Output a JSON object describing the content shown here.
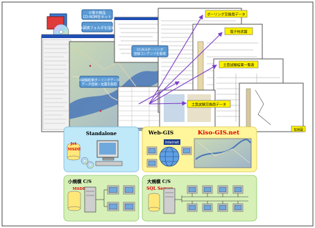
{
  "callouts": {
    "cd_set": "CD-ROMをセット",
    "cd_set_pre": "①電子納品",
    "folder_select": "③図表フォルダを指定",
    "borehole_register": "②CALSボーリング\n登録コンテンツを取得",
    "soil_test_data": "③試験結果ボーリングデータ\nデータ登録・位置を取得"
  },
  "screens": {
    "boring_exchange": "ボーリング交換用データ",
    "electronic_columnar": "電子柱状図",
    "soil_test_list": "土質試験結果一覧表",
    "soil_test_exchange": "土質試験交換用データ",
    "columnar_small": "柱状図"
  },
  "deployments": {
    "standalone": {
      "title": "Standalone",
      "db_top": "Jet",
      "db_bottom": "MSDE"
    },
    "small_cs": {
      "title": "小規模 C/S",
      "db": "MSDE"
    },
    "webgis": {
      "title": "Web-GIS",
      "site": "Kiso-GIS.net",
      "internet": "Internet"
    },
    "large_cs": {
      "title": "大規模 C/S",
      "db": "SQL Server"
    }
  },
  "colors": {
    "callout_blue": "#5b9bd5",
    "screen_label_yellow": "#fff200",
    "standalone_bg": "#bfe8f8",
    "small_cs_bg": "#d6f0b8",
    "webgis_bg": "#fff59a",
    "large_cs_bg": "#d6f0b8",
    "red_title": "#e00000",
    "arrow_purple": "#7a3cc8"
  }
}
